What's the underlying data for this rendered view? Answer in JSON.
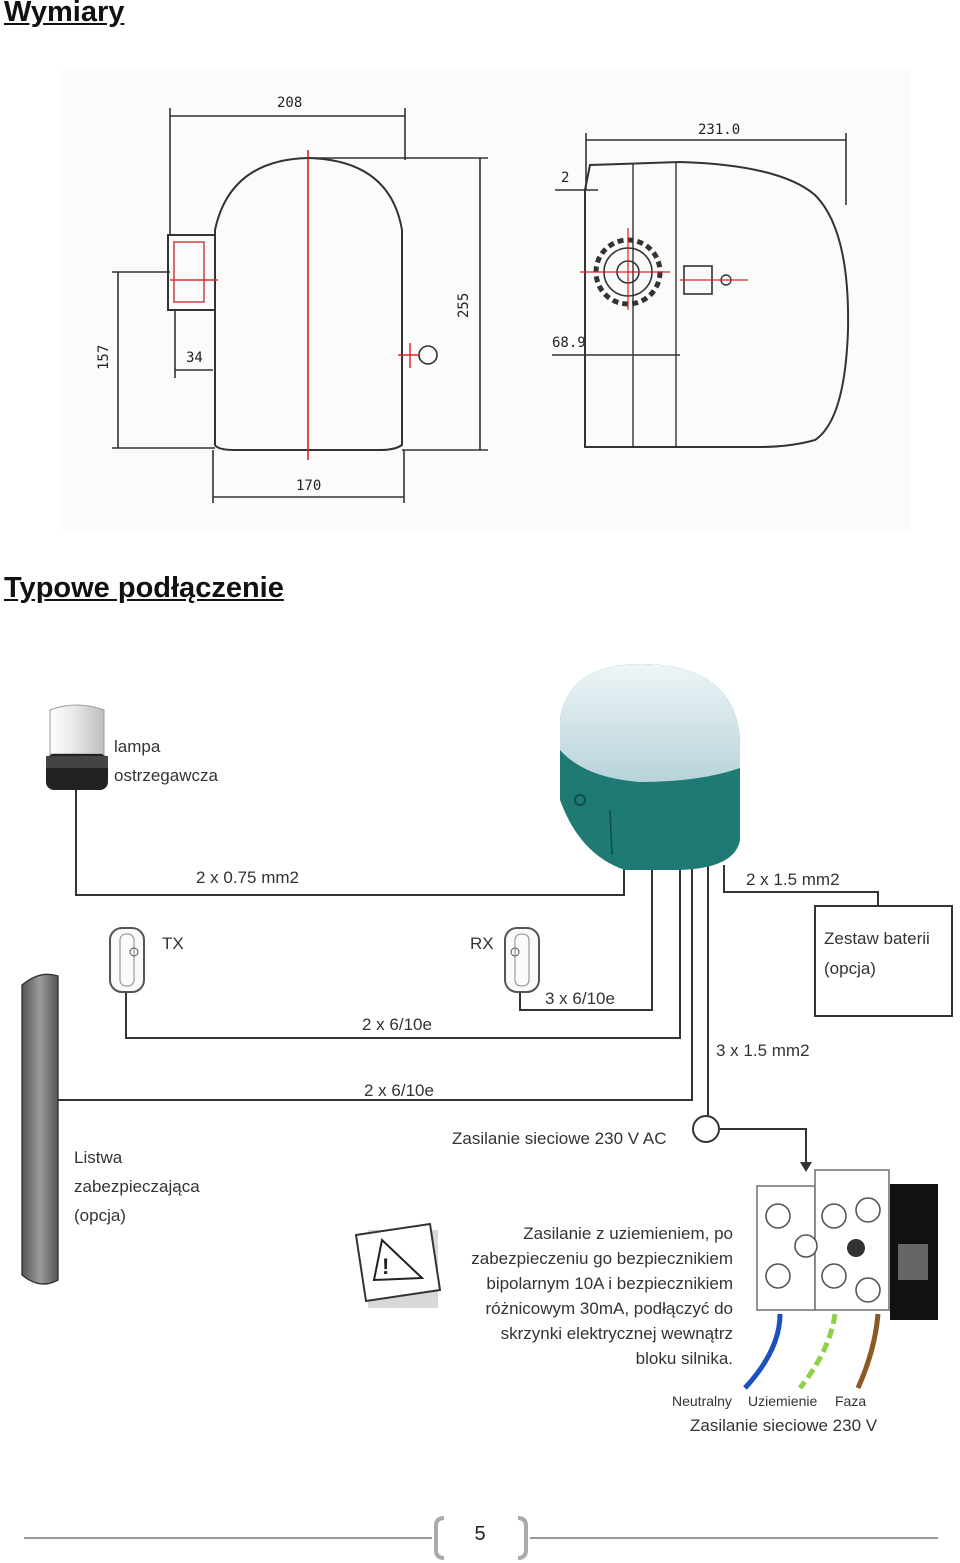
{
  "headings": {
    "dimensions": "Wymiary",
    "typical_connection": "Typowe podłączenie"
  },
  "dimensions_drawing": {
    "front_width_top": "208",
    "height": "255",
    "left_height": "157",
    "bracket_width": "34",
    "bottom_width": "170",
    "side_width": "231.0",
    "side_offset": "2",
    "side_height": "68.9"
  },
  "wiring_diagram": {
    "lamp_label_line1": "lampa",
    "lamp_label_line2": "ostrzegawcza",
    "lamp_cable": "2 x 0.75 mm2",
    "battery_cable": "2 x 1.5 mm2",
    "battery_label_line1": "Zestaw baterii",
    "battery_label_line2": "(opcja)",
    "tx_label": "TX",
    "rx_label": "RX",
    "rx_cable": "3 x 6/10e",
    "tx_cable": "2 x 6/10e",
    "power_cable": "3 x 1.5 mm2",
    "edge_cable": "2 x 6/10e",
    "edge_label_line1": "Listwa",
    "edge_label_line2": "zabezpieczająca",
    "edge_label_line3": "(opcja)",
    "mains_label": "Zasilanie sieciowe 230 V AC",
    "warning_text": [
      "Zasilanie z uziemieniem, po",
      "zabezpieczeniu go bezpiecznikiem",
      "bipolarnym 10A i bezpiecznikiem",
      "różnicowym 30mA, podłączyć do",
      "skrzynki elektrycznej wewnątrz",
      "bloku silnika."
    ],
    "wire_neutral": "Neutralny",
    "wire_ground": "Uziemienie",
    "wire_phase": "Faza",
    "bottom_power_label": "Zasilanie sieciowe 230 V"
  },
  "footer": {
    "page_number": "5"
  }
}
